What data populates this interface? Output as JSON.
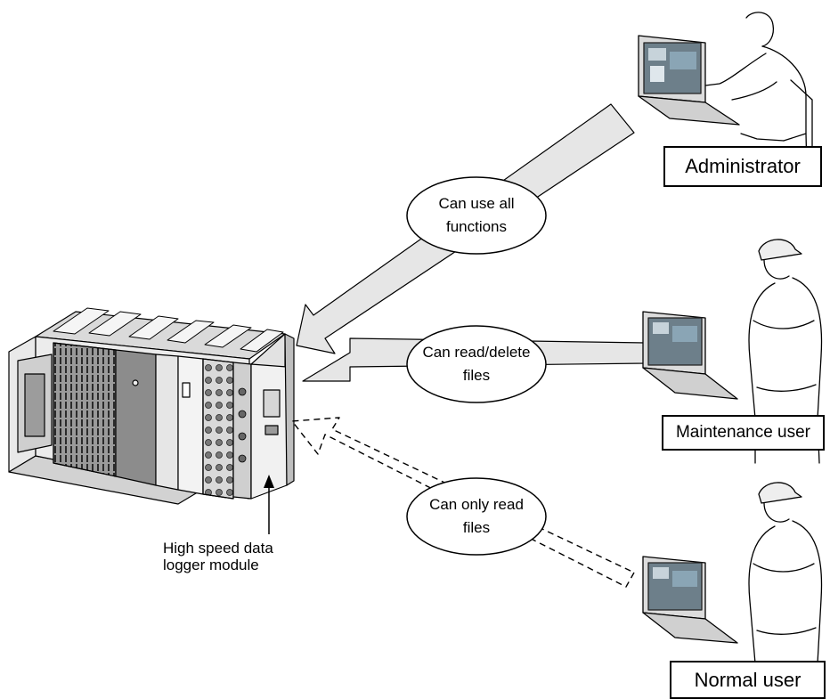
{
  "roles": {
    "administrator": "Administrator",
    "maintenance_user": "Maintenance user",
    "normal_user": "Normal user"
  },
  "permissions": {
    "administrator": [
      "Can use all",
      "functions"
    ],
    "maintenance_user": [
      "Can read/delete",
      "files"
    ],
    "normal_user": [
      "Can only read",
      "files"
    ]
  },
  "module_label": [
    "High speed data",
    "logger module"
  ],
  "colors": {
    "arrow_fill": "#e6e6e6",
    "stroke": "#000000",
    "module_dark": "#8c8c8c",
    "module_light": "#e9e9e9",
    "screen": "#6d7f8a"
  }
}
